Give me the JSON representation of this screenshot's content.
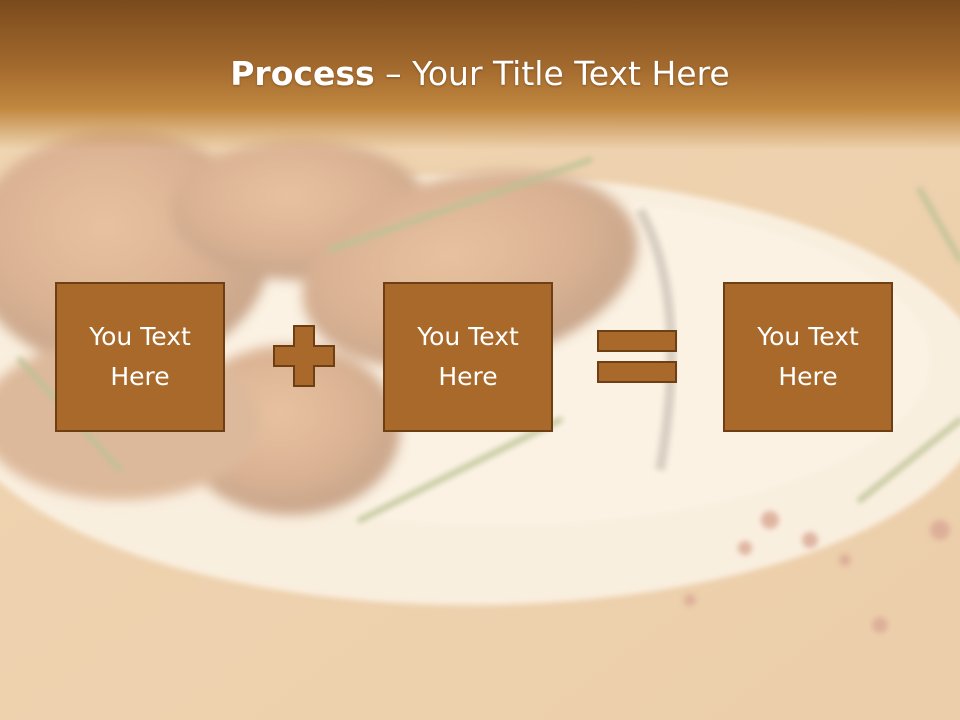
{
  "slide": {
    "title_bold": "Process",
    "title_rest": " – Your Title Text Here",
    "boxes": [
      {
        "text": "You Text\nHere"
      },
      {
        "text": "You Text\nHere"
      },
      {
        "text": "You Text\nHere"
      }
    ],
    "operators": [
      "plus-icon",
      "equals-icon"
    ],
    "colors": {
      "title_band": "#8b5724",
      "box_fill": "#a8692a",
      "box_border": "#6e3f14",
      "text": "#ffffff"
    }
  }
}
